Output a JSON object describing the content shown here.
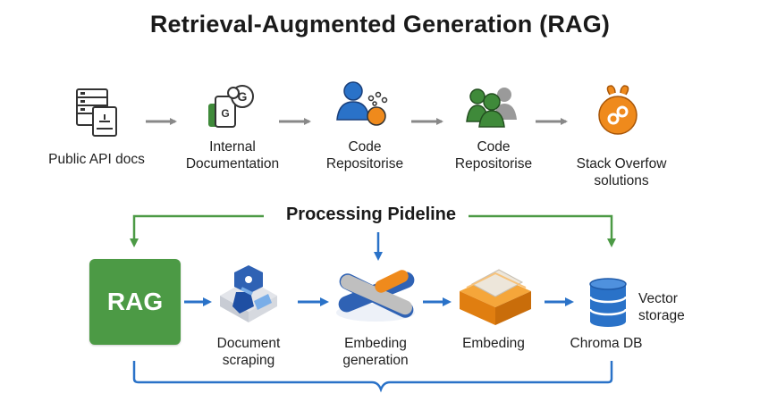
{
  "title": "Retrieval-Augmented Generation (RAG)",
  "sources": [
    {
      "label": "Public API docs",
      "icon": "api-docs-icon"
    },
    {
      "label": "Internal Documentation",
      "icon": "google-docs-icon"
    },
    {
      "label": "Code Repositorise",
      "icon": "code-user-icon"
    },
    {
      "label": "Code Repositorise",
      "icon": "users-icon"
    },
    {
      "label": "Stack Overfow solutions",
      "icon": "stack-overflow-icon"
    }
  ],
  "pipeline": {
    "title": "Processing Pideline",
    "rag_label": "RAG",
    "steps": [
      {
        "label": "Document scraping",
        "icon": "document-scraping-icon"
      },
      {
        "label": "Embeding generation",
        "icon": "embedding-generation-icon"
      },
      {
        "label": "Embeding",
        "icon": "embedding-layers-icon"
      },
      {
        "label": "Chroma DB",
        "icon": "database-icon"
      }
    ],
    "vector_label": "Vector storage"
  },
  "colors": {
    "green": "#4c9a45",
    "blue": "#2a72c8",
    "orange": "#ef8a1c",
    "arrow_gray": "#888888"
  }
}
